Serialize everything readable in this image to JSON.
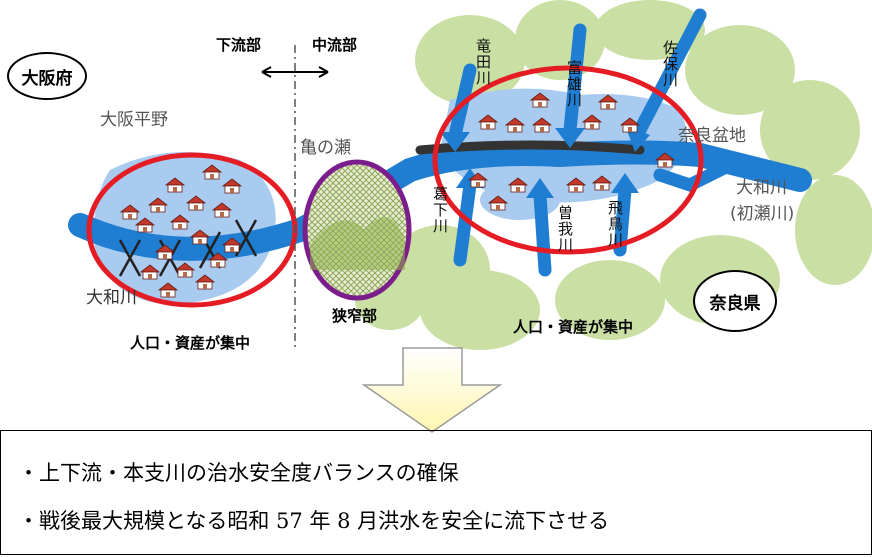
{
  "prefectures": {
    "osaka": "大阪府",
    "nara": "奈良県"
  },
  "sections": {
    "downstream": "下流部",
    "midstream": "中流部"
  },
  "places": {
    "osaka_plain": "大阪平野",
    "kamenose": "亀の瀬",
    "nara_basin": "奈良盆地",
    "yamato_river_west": "大和川",
    "yamato_river_east_line1": "大和川",
    "yamato_river_east_line2": "(初瀬川)",
    "narrow_part": "狭窄部"
  },
  "tributaries": {
    "tatsuta": "竜田川",
    "tomio": "富雄川",
    "saho": "佐保川",
    "katsuge": "葛下川",
    "soga": "曽我川",
    "asuka": "飛鳥川"
  },
  "concentration": {
    "left": "人口・資産が集中",
    "right": "人口・資産が集中"
  },
  "info_box": {
    "line1": "・上下流・本支川の治水安全度バランスの確保",
    "line2": "・戦後最大規模となる昭和 57 年 8 月洪水を安全に流下させる"
  },
  "colors": {
    "river": "#1f7ed2",
    "floodplain": "#a9cbef",
    "hill": "#c9dfa3",
    "highlight_red": "#e51c23",
    "narrow_purple": "#7b1e8c",
    "arrow_fill": "#fffbcc",
    "arrow_edge": "#999999"
  }
}
